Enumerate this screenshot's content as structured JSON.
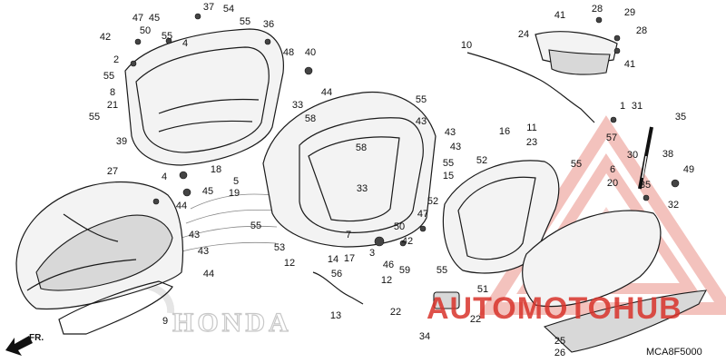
{
  "diagram_code": "MCA8F5000",
  "direction_label": "FR.",
  "brand_mark_text": "HONDA",
  "watermark_text": "AUTOMOTOHUB",
  "colors": {
    "watermark_red": "#d9332b",
    "watermark_pink": "#f2b8b2",
    "line": "#1a1a1a"
  },
  "callouts": [
    {
      "id": "c47a",
      "number": "47"
    },
    {
      "id": "c45a",
      "number": "45"
    },
    {
      "id": "c37",
      "number": "37"
    },
    {
      "id": "c54",
      "number": "54"
    },
    {
      "id": "c50a",
      "number": "50"
    },
    {
      "id": "c55a",
      "number": "55"
    },
    {
      "id": "c42a",
      "number": "42"
    },
    {
      "id": "c55b",
      "number": "55"
    },
    {
      "id": "c36",
      "number": "36"
    },
    {
      "id": "c4a",
      "number": "4"
    },
    {
      "id": "c2",
      "number": "2"
    },
    {
      "id": "c48",
      "number": "48"
    },
    {
      "id": "c40",
      "number": "40"
    },
    {
      "id": "c55c",
      "number": "55"
    },
    {
      "id": "c8",
      "number": "8"
    },
    {
      "id": "c21",
      "number": "21"
    },
    {
      "id": "c33a",
      "number": "33"
    },
    {
      "id": "c55d",
      "number": "55"
    },
    {
      "id": "c58a",
      "number": "58"
    },
    {
      "id": "c39",
      "number": "39"
    },
    {
      "id": "c27",
      "number": "27"
    },
    {
      "id": "c18",
      "number": "18"
    },
    {
      "id": "c4b",
      "number": "4"
    },
    {
      "id": "c45b",
      "number": "45"
    },
    {
      "id": "c44a",
      "number": "44"
    },
    {
      "id": "c5",
      "number": "5"
    },
    {
      "id": "c19",
      "number": "19"
    },
    {
      "id": "c55e",
      "number": "55"
    },
    {
      "id": "c43a",
      "number": "43"
    },
    {
      "id": "c43b",
      "number": "43"
    },
    {
      "id": "c44b",
      "number": "44"
    },
    {
      "id": "c9",
      "number": "9"
    },
    {
      "id": "c44c",
      "number": "44"
    },
    {
      "id": "c55f",
      "number": "55"
    },
    {
      "id": "c43c",
      "number": "43"
    },
    {
      "id": "c58b",
      "number": "58"
    },
    {
      "id": "c43d",
      "number": "43"
    },
    {
      "id": "c33b",
      "number": "33"
    },
    {
      "id": "c43e",
      "number": "43"
    },
    {
      "id": "c53",
      "number": "53"
    },
    {
      "id": "c12a",
      "number": "12"
    },
    {
      "id": "c14",
      "number": "14"
    },
    {
      "id": "c7",
      "number": "7"
    },
    {
      "id": "c17",
      "number": "17"
    },
    {
      "id": "c56",
      "number": "56"
    },
    {
      "id": "c12b",
      "number": "12"
    },
    {
      "id": "c13",
      "number": "13"
    },
    {
      "id": "c3",
      "number": "3"
    },
    {
      "id": "c46",
      "number": "46"
    },
    {
      "id": "c59",
      "number": "59"
    },
    {
      "id": "c50b",
      "number": "50"
    },
    {
      "id": "c47b",
      "number": "47"
    },
    {
      "id": "c42b",
      "number": "42"
    },
    {
      "id": "c10",
      "number": "10"
    },
    {
      "id": "c41a",
      "number": "41"
    },
    {
      "id": "c28a",
      "number": "28"
    },
    {
      "id": "c29",
      "number": "29"
    },
    {
      "id": "c24",
      "number": "24"
    },
    {
      "id": "c28b",
      "number": "28"
    },
    {
      "id": "c41b",
      "number": "41"
    },
    {
      "id": "c16",
      "number": "16"
    },
    {
      "id": "c11",
      "number": "11"
    },
    {
      "id": "c23",
      "number": "23"
    },
    {
      "id": "c52a",
      "number": "52"
    },
    {
      "id": "c15",
      "number": "15"
    },
    {
      "id": "c55g",
      "number": "55"
    },
    {
      "id": "c52b",
      "number": "52"
    },
    {
      "id": "c1",
      "number": "1"
    },
    {
      "id": "c31",
      "number": "31"
    },
    {
      "id": "c35a",
      "number": "35"
    },
    {
      "id": "c57",
      "number": "57"
    },
    {
      "id": "c55h",
      "number": "55"
    },
    {
      "id": "c6",
      "number": "6"
    },
    {
      "id": "c20",
      "number": "20"
    },
    {
      "id": "c30",
      "number": "30"
    },
    {
      "id": "c38",
      "number": "38"
    },
    {
      "id": "c49",
      "number": "49"
    },
    {
      "id": "c35b",
      "number": "35"
    },
    {
      "id": "c32",
      "number": "32"
    },
    {
      "id": "c55i",
      "number": "55"
    },
    {
      "id": "c51",
      "number": "51"
    },
    {
      "id": "c22a",
      "number": "22"
    },
    {
      "id": "c22b",
      "number": "22"
    },
    {
      "id": "c34",
      "number": "34"
    },
    {
      "id": "c25",
      "number": "25"
    },
    {
      "id": "c26",
      "number": "26"
    }
  ]
}
